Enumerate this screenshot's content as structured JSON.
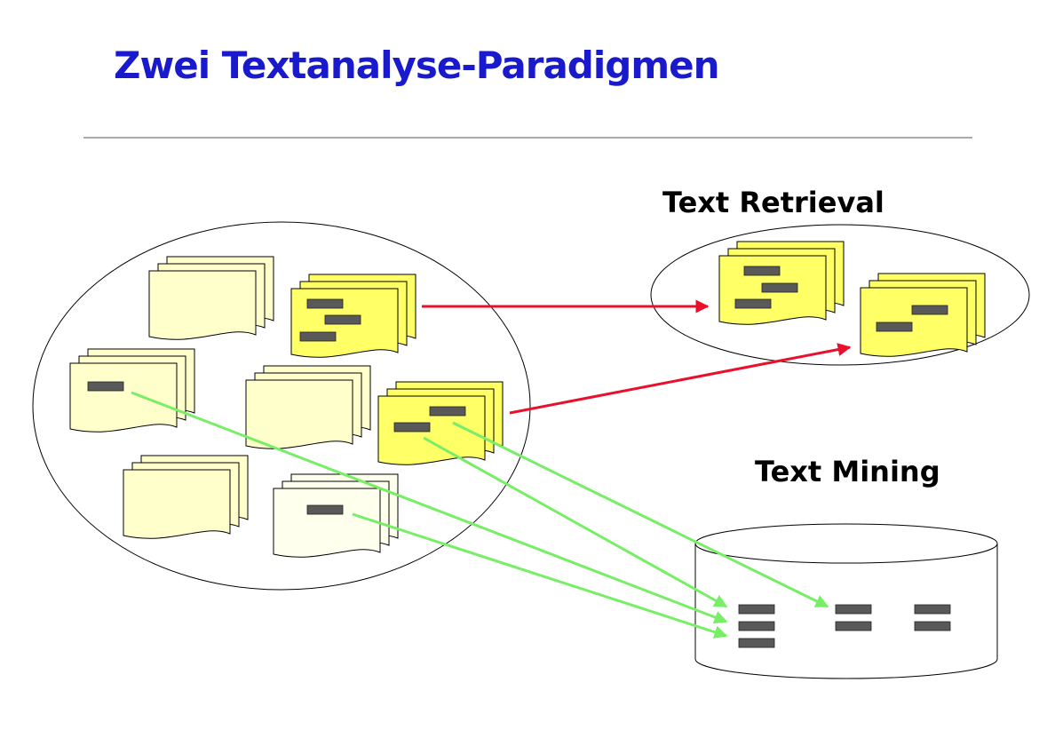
{
  "title": "Zwei Textanalyse-Paradigmen",
  "labels": {
    "retrieval": "Text Retrieval",
    "mining": "Text Mining"
  },
  "colors": {
    "title": "#1a1acd",
    "label": "#000000",
    "doc_bright": "#ffff66",
    "doc_pale": "#ffffcc",
    "doc_white": "#ffffee",
    "term_bar": "#595959",
    "retrieval_arrow": "#e8102a",
    "mining_arrow": "#77ee66"
  },
  "icons": {
    "document_stack": "document-stack-icon",
    "term": "term-bar-icon",
    "database": "cylinder-database-icon"
  }
}
